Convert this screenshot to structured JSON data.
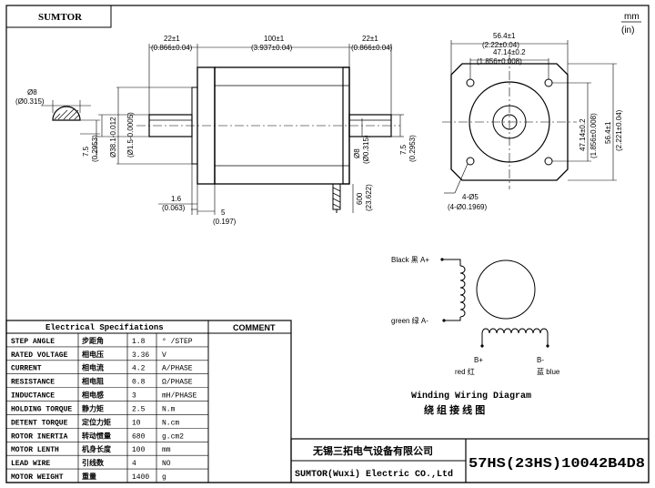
{
  "header": {
    "brand": "SUMTOR",
    "units_top": "mm",
    "units_bottom": "(in)"
  },
  "side_view": {
    "dim_left": "22±1",
    "dim_left_in": "(0.866±0.04)",
    "dim_mid": "100±1",
    "dim_mid_in": "(3.937±0.04)",
    "dim_right": "22±1",
    "dim_right_in": "(0.866±0.04)",
    "pilot_dia": "Ø38.1-0.012",
    "pilot_dia_in": "(Ø1.5-0.0005)",
    "shaft_dia_right": "Ø8",
    "shaft_dia_right_in": "(Ø0.315)",
    "flat_right": "7.5",
    "flat_right_in": "(0.2953)",
    "flange_th": "1.6",
    "flange_th_in": "(0.063)",
    "pilot_len": "5",
    "pilot_len_in": "(0.197)",
    "lead_len": "600",
    "lead_len_in": "(23.622)"
  },
  "shaft_section": {
    "dia": "Ø8",
    "dia_in": "(Ø0.315)",
    "flat": "7.5",
    "flat_in": "(0.2953)"
  },
  "front_view": {
    "width": "56.4±1",
    "width_in": "(2.22±0.04)",
    "hole_spacing": "47.14±0.2",
    "hole_spacing_in": "(1.856±0.008)",
    "height": "56.4±1",
    "height_in": "(2.221±0.04)",
    "hole_spacing_v": "47.14±0.2",
    "hole_spacing_v_in": "(1.856±0.008)",
    "holes": "4-Ø5",
    "holes_in": "(4-Ø0.1969)"
  },
  "wiring": {
    "black_label": "Black 黑 A+",
    "green_label": "green 绿 A-",
    "b_plus": "B+",
    "red_label": "red 红",
    "b_minus": "B-",
    "blue_label": "蓝 blue",
    "title_en": "Winding Wiring Diagram",
    "title_cn": "绕 组 接 线 图"
  },
  "specs": {
    "title": "Electrical Specifiations",
    "comment_header": "COMMENT",
    "rows": [
      {
        "en": "STEP ANGLE",
        "cn": "步距角",
        "value": "1.8",
        "unit": "° /STEP"
      },
      {
        "en": "RATED VOLTAGE",
        "cn": "相电压",
        "value": "3.36",
        "unit": "V"
      },
      {
        "en": "CURRENT",
        "cn": "相电流",
        "value": "4.2",
        "unit": "A/PHASE"
      },
      {
        "en": "RESISTANCE",
        "cn": "相电阻",
        "value": "0.8",
        "unit": "Ω/PHASE"
      },
      {
        "en": "INDUCTANCE",
        "cn": "相电感",
        "value": "3",
        "unit": "mH/PHASE"
      },
      {
        "en": "HOLDING TORQUE",
        "cn": "静力矩",
        "value": "2.5",
        "unit": "N.m"
      },
      {
        "en": "DETENT TORQUE",
        "cn": "定位力矩",
        "value": "10",
        "unit": "N.cm"
      },
      {
        "en": "ROTOR INERTIA",
        "cn": "转动惯量",
        "value": "680",
        "unit": "g.cm2"
      },
      {
        "en": "MOTOR LENTH",
        "cn": "机身长度",
        "value": "100",
        "unit": "mm"
      },
      {
        "en": "LEAD WIRE",
        "cn": "引线数",
        "value": "4",
        "unit": "NO"
      },
      {
        "en": "MOTOR WEIGHT",
        "cn": "重量",
        "value": "1400",
        "unit": "g"
      }
    ]
  },
  "title_block": {
    "company_cn": "无锡三拓电气设备有限公司",
    "company_en": "SUMTOR(Wuxi) Electric CO.,Ltd",
    "model": "57HS(23HS)10042B4D8"
  }
}
